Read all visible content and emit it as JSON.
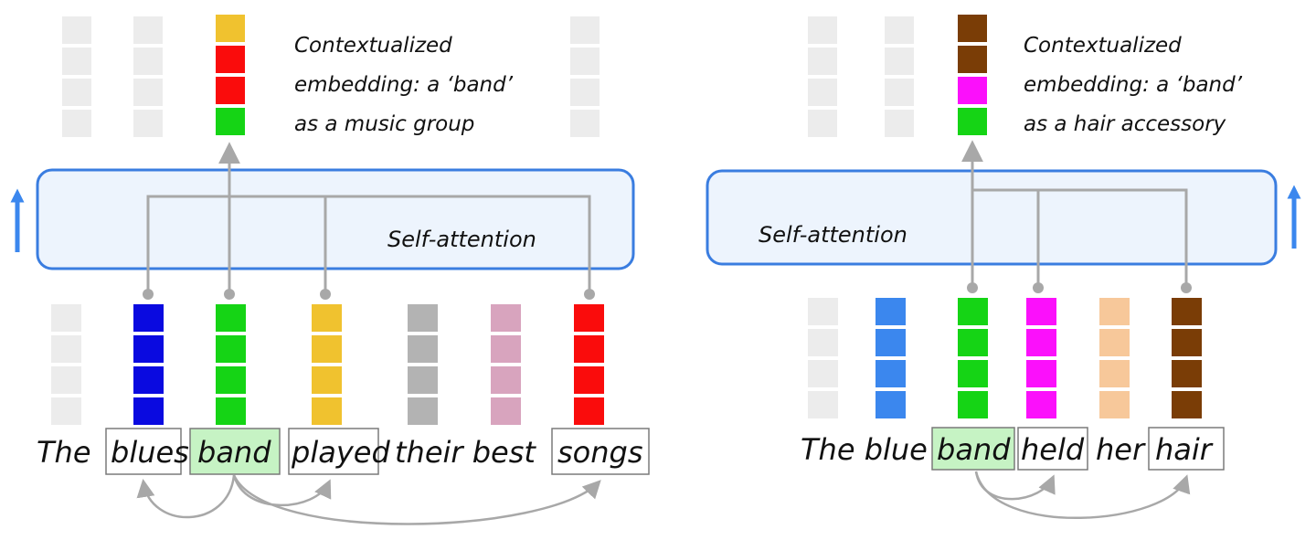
{
  "colors": {
    "placeholder": "#ececec",
    "blue": "#0a0ae0",
    "green": "#15d415",
    "yellow": "#f0c22f",
    "gray": "#b3b3b3",
    "pink": "#d8a4be",
    "red": "#fa0c0c",
    "mid_blue": "#3b87ee",
    "magenta": "#fb10fb",
    "peach": "#f7c89a",
    "brown": "#7a3d06",
    "box_fill": "#edf4fd",
    "box_stroke": "#3a7de0",
    "highlight": "#c6f3c4",
    "connector": "#a8a8a8",
    "up_arrow": "#3b87ee"
  },
  "left": {
    "words": [
      {
        "text": "The",
        "boxed": false,
        "highlight": false
      },
      {
        "text": "blues",
        "boxed": true,
        "highlight": false
      },
      {
        "text": "band",
        "boxed": true,
        "highlight": true
      },
      {
        "text": "played",
        "boxed": true,
        "highlight": false
      },
      {
        "text": "their best",
        "boxed": false,
        "highlight": false
      },
      {
        "text": "songs",
        "boxed": true,
        "highlight": false
      }
    ],
    "attention_label": "Self-attention",
    "annotation": [
      "Contextualized",
      "embedding: a ‘band’",
      "as a music group"
    ],
    "input_colors": [
      "placeholder",
      "blue",
      "green",
      "yellow",
      "gray",
      "pink",
      "red"
    ],
    "output_colors": [
      "yellow",
      "red",
      "red",
      "green"
    ]
  },
  "right": {
    "words": [
      {
        "text": "The blue",
        "boxed": false,
        "highlight": false
      },
      {
        "text": "band",
        "boxed": true,
        "highlight": true
      },
      {
        "text": "held",
        "boxed": true,
        "highlight": false
      },
      {
        "text": "her",
        "boxed": false,
        "highlight": false
      },
      {
        "text": "hair",
        "boxed": true,
        "highlight": false
      }
    ],
    "attention_label": "Self-attention",
    "annotation": [
      "Contextualized",
      "embedding: a ‘band’",
      "as a hair accessory"
    ],
    "input_colors": [
      "placeholder",
      "mid_blue",
      "green",
      "magenta",
      "peach",
      "brown"
    ],
    "output_colors": [
      "brown",
      "brown",
      "magenta",
      "green"
    ]
  }
}
